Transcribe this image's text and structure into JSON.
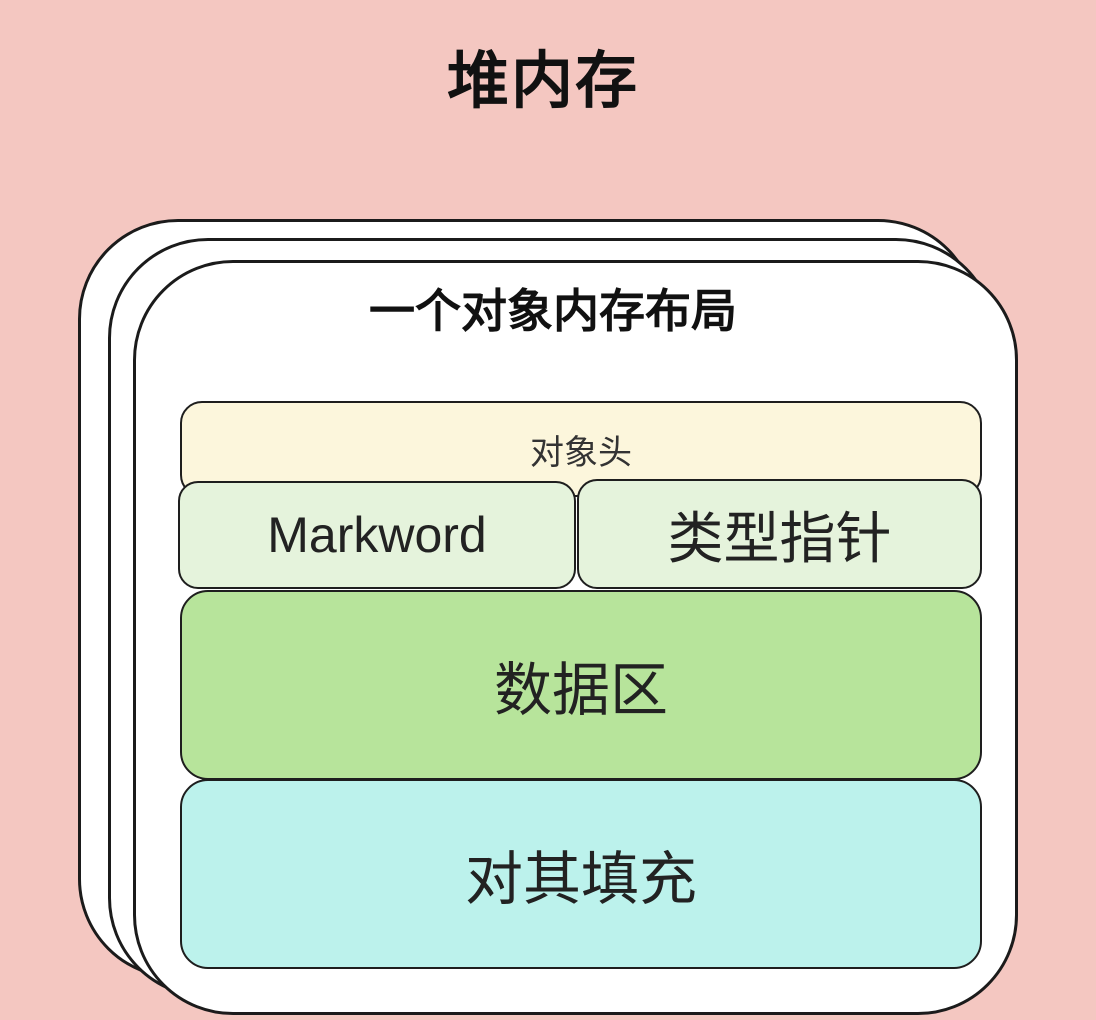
{
  "title": "堆内存",
  "diagram": {
    "card_title": "一个对象内存布局",
    "object_header": "对象头",
    "markword": "Markword",
    "type_pointer": "类型指针",
    "data_area": "数据区",
    "padding": "对其填充"
  },
  "colors": {
    "background": "#f4c7c1",
    "object_header": "#fcf6dc",
    "header_parts": "#e5f3dc",
    "data_area": "#b7e49b",
    "padding": "#bcf2ec"
  }
}
